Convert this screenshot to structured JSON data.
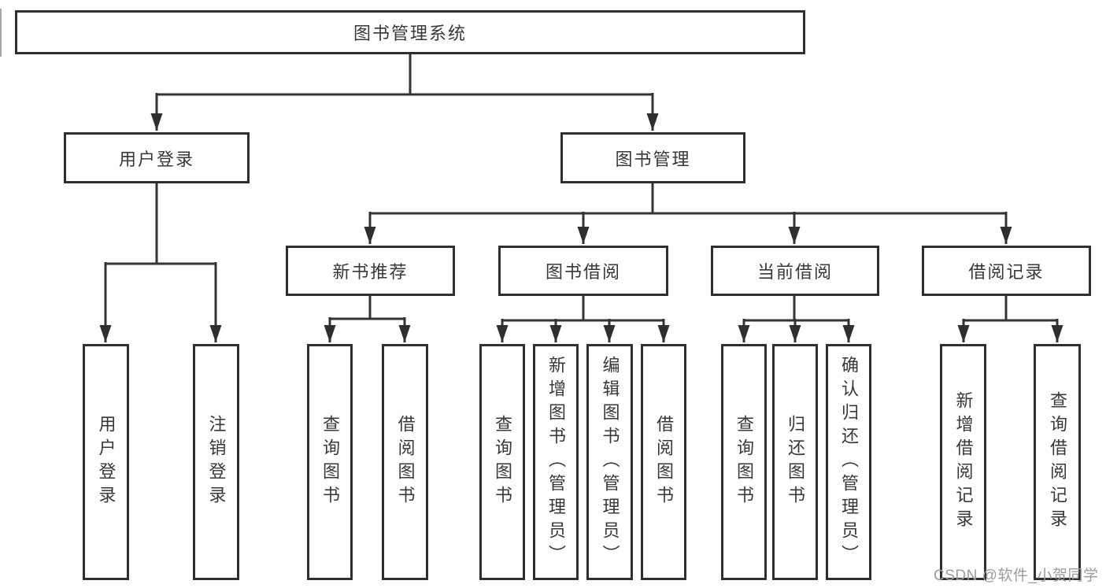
{
  "diagram": {
    "title": "图书管理系统"
  },
  "nodes": {
    "root": {
      "label": "图书管理系统"
    },
    "user_login": {
      "label": "用户登录"
    },
    "book_mgmt": {
      "label": "图书管理"
    },
    "new_book_rec": {
      "label": "新书推荐"
    },
    "book_borrow": {
      "label": "图书借阅"
    },
    "current_borrow": {
      "label": "当前借阅"
    },
    "borrow_records": {
      "label": "借阅记录"
    },
    "leaf_user_login": {
      "label": "用户登录"
    },
    "leaf_logout": {
      "label": "注销登录"
    },
    "leaf_query_books_rec": {
      "label": "查询图书"
    },
    "leaf_borrow_books_rec": {
      "label": "借阅图书"
    },
    "leaf_query_books_borrow": {
      "label": "查询图书"
    },
    "leaf_add_book": {
      "label": "新增图书（管理员）"
    },
    "leaf_edit_book": {
      "label": "编辑图书（管理员）"
    },
    "leaf_borrow_books": {
      "label": "借阅图书"
    },
    "leaf_query_books_cur": {
      "label": "查询图书"
    },
    "leaf_return_book": {
      "label": "归还图书"
    },
    "leaf_confirm_return": {
      "label": "确认归还（管理员）"
    },
    "leaf_add_borrow_record": {
      "label": "新增借阅记录"
    },
    "leaf_query_borrow_record": {
      "label": "查询借阅记录"
    }
  },
  "edges": [
    [
      "图书管理系统",
      "用户登录"
    ],
    [
      "图书管理系统",
      "图书管理"
    ],
    [
      "用户登录",
      "用户登录"
    ],
    [
      "用户登录",
      "注销登录"
    ],
    [
      "图书管理",
      "新书推荐"
    ],
    [
      "图书管理",
      "图书借阅"
    ],
    [
      "图书管理",
      "当前借阅"
    ],
    [
      "图书管理",
      "借阅记录"
    ],
    [
      "新书推荐",
      "查询图书"
    ],
    [
      "新书推荐",
      "借阅图书"
    ],
    [
      "图书借阅",
      "查询图书"
    ],
    [
      "图书借阅",
      "新增图书（管理员）"
    ],
    [
      "图书借阅",
      "编辑图书（管理员）"
    ],
    [
      "图书借阅",
      "借阅图书"
    ],
    [
      "当前借阅",
      "查询图书"
    ],
    [
      "当前借阅",
      "归还图书"
    ],
    [
      "当前借阅",
      "确认归还（管理员）"
    ],
    [
      "借阅记录",
      "新增借阅记录"
    ],
    [
      "借阅记录",
      "查询借阅记录"
    ]
  ],
  "watermark": {
    "text": "CSDN @软件_小贺同学"
  },
  "colors": {
    "line": "#333333",
    "box_border": "#2f2f2f",
    "text": "#383838",
    "watermark": "#9c9c9c",
    "background": "#ffffff"
  }
}
